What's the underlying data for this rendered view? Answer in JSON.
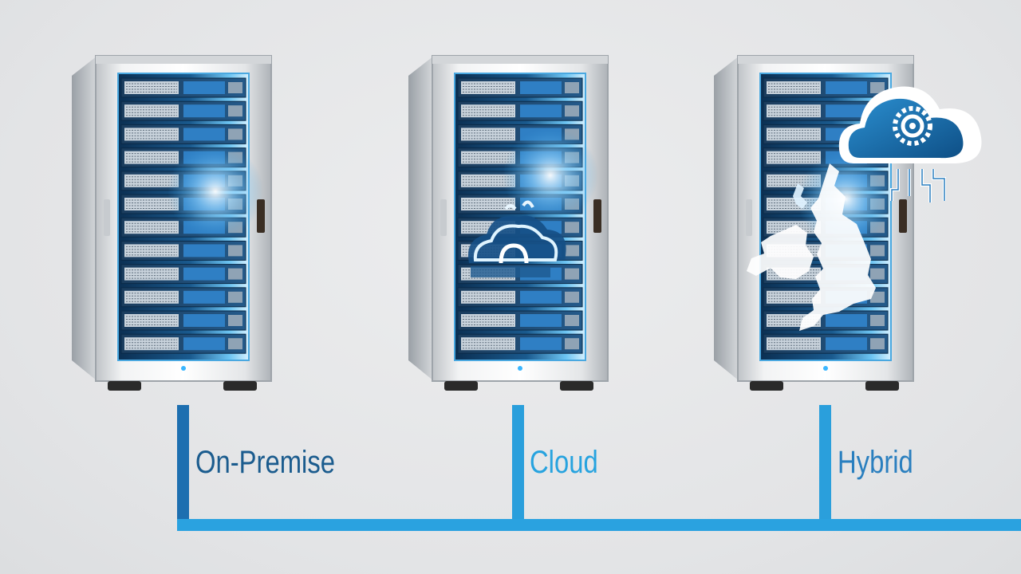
{
  "labels": {
    "on_premise": "On-Premise",
    "cloud": "Cloud",
    "hybrid": "Hybrid"
  },
  "colors": {
    "on_premise": "#1b5c8e",
    "cloud": "#27a3df",
    "hybrid": "#2a7fbf",
    "connector": "#2a9fdc",
    "background": "#e5e6e7"
  },
  "icons": [
    "server-rack-icon",
    "cloud-gear-icon",
    "map-icon"
  ]
}
